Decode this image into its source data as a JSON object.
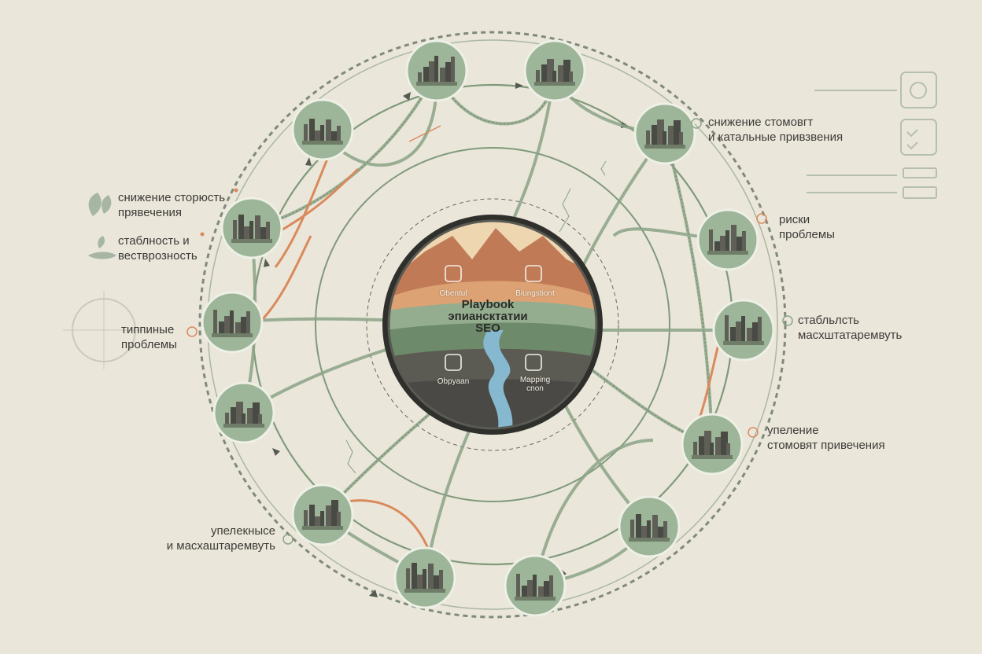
{
  "center": {
    "title": "Playbook",
    "subtitle": "эпиансктатии",
    "seo": "SEO",
    "quadrants": [
      {
        "label": "Obentul",
        "icon": "card-icon"
      },
      {
        "label": "Blungstiont",
        "icon": "stamp-icon"
      },
      {
        "label": "Obpyaan",
        "icon": "chip-icon"
      },
      {
        "label": "Mapping",
        "label2": "cnon",
        "icon": "stack-icon"
      }
    ]
  },
  "labels": {
    "top_right": [
      "снижение стомовгт",
      "и катальные привзвения"
    ],
    "risks": [
      "риски",
      "проблемы"
    ],
    "stability": [
      "стабльлсть",
      "масхштатаремвуть"
    ],
    "update": [
      "упеление",
      "стомовят привечения"
    ],
    "bottom_left": [
      "упелекнысе",
      "и масхаштаремвуть"
    ],
    "typical": [
      "типпиные",
      "проблемы"
    ],
    "left_top": [
      "снижение сторюсть",
      "прявечения"
    ],
    "left_mid": [
      "стаблность и",
      "вестврозность"
    ]
  },
  "colors": {
    "background": "#ebe6da",
    "node": "#9db598",
    "track": "#7f9a7b",
    "accent": "#d98a5c",
    "ring": "#4a4a44"
  },
  "icons": [
    "leaf-icon",
    "tree-icon",
    "clock-icon",
    "checklist-icon",
    "compass-icon",
    "alert-icon"
  ]
}
